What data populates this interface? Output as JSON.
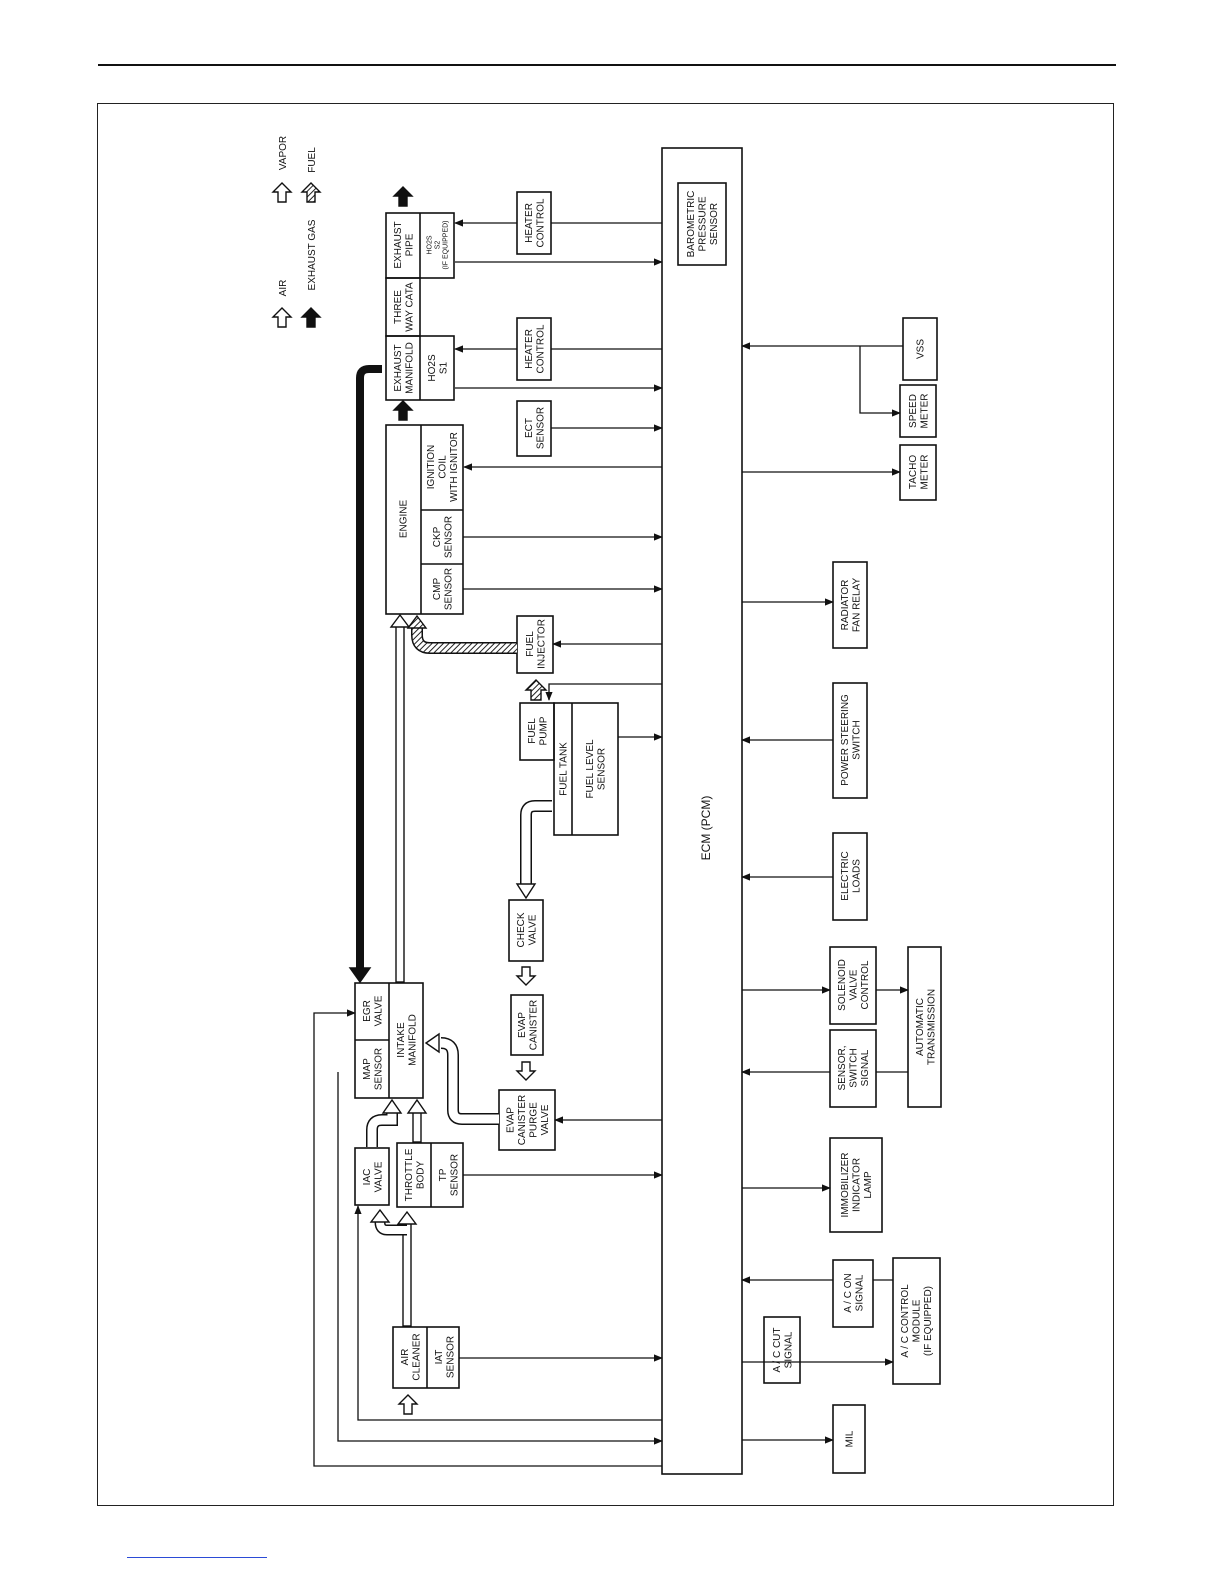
{
  "legend": {
    "air": "AIR",
    "exhaust_gas": "EXHAUST GAS",
    "vapor": "VAPOR",
    "fuel": "FUEL"
  },
  "ecm": "ECM (PCM)",
  "barometric": [
    "BAROMETRIC",
    "PRESSURE",
    "SENSOR"
  ],
  "exhaust_pipe": [
    "EXHAUST",
    "PIPE"
  ],
  "ho2s_s2": [
    "HO2S",
    "S2",
    "(IF EQUIPPED)"
  ],
  "three_way_cata": [
    "THREE",
    "WAY CATA"
  ],
  "exhaust_manifold": [
    "EXHAUST",
    "MANIFOLD"
  ],
  "ho2s_s1": [
    "HO2S",
    "S1"
  ],
  "heater_control_1": [
    "HEATER",
    "CONTROL"
  ],
  "heater_control_2": [
    "HEATER",
    "CONTROL"
  ],
  "ect_sensor": [
    "ECT",
    "SENSOR"
  ],
  "engine": "ENGINE",
  "ignition_coil": [
    "IGNITION",
    "COIL",
    "WITH IGNITOR"
  ],
  "ckp_sensor": [
    "CKP",
    "SENSOR"
  ],
  "cmp_sensor": [
    "CMP",
    "SENSOR"
  ],
  "fuel_injector": [
    "FUEL",
    "INJECTOR"
  ],
  "fuel_pump": [
    "FUEL",
    "PUMP"
  ],
  "fuel_tank": "FUEL TANK",
  "fuel_level_sensor": [
    "FUEL LEVEL",
    "SENSOR"
  ],
  "check_valve": [
    "CHECK",
    "VALVE"
  ],
  "evap_canister": [
    "EVAP",
    "CANISTER"
  ],
  "evap_purge_valve": [
    "EVAP",
    "CANISTER",
    "PURGE",
    "VALVE"
  ],
  "egr_valve": [
    "EGR",
    "VALVE"
  ],
  "map_sensor": [
    "MAP",
    "SENSOR"
  ],
  "intake_manifold": [
    "INTAKE",
    "MANIFOLD"
  ],
  "iac_valve": [
    "IAC",
    "VALVE"
  ],
  "throttle_body": [
    "THROTTLE",
    "BODY"
  ],
  "tp_sensor": [
    "TP",
    "SENSOR"
  ],
  "air_cleaner": [
    "AIR",
    "CLEANER"
  ],
  "iat_sensor": [
    "IAT",
    "SENSOR"
  ],
  "vss": "VSS",
  "speed_meter": [
    "SPEED",
    "METER"
  ],
  "tacho_meter": [
    "TACHO",
    "METER"
  ],
  "radiator_fan_relay": [
    "RADIATOR",
    "FAN RELAY"
  ],
  "power_steering_switch": [
    "POWER STEERING",
    "SWITCH"
  ],
  "electric_loads": [
    "ELECTRIC",
    "LOADS"
  ],
  "solenoid_valve_control": [
    "SOLENOID",
    "VALVE",
    "CONTROL"
  ],
  "sensor_switch_signal": [
    "SENSOR,",
    "SWITCH",
    "SIGNAL"
  ],
  "automatic_transmission": [
    "AUTOMATIC",
    "TRANSMISSION"
  ],
  "immobilizer_lamp": [
    "IMMOBILIZER",
    "INDICATOR",
    "LAMP"
  ],
  "ac_on_signal": [
    "A / C ON",
    "SIGNAL"
  ],
  "ac_control_module": [
    "A / C CONTROL",
    "MODULE",
    "(IF EQUIPPED)"
  ],
  "ac_cut_signal": [
    "A / C CUT",
    "SIGNAL"
  ],
  "mil": "MIL"
}
